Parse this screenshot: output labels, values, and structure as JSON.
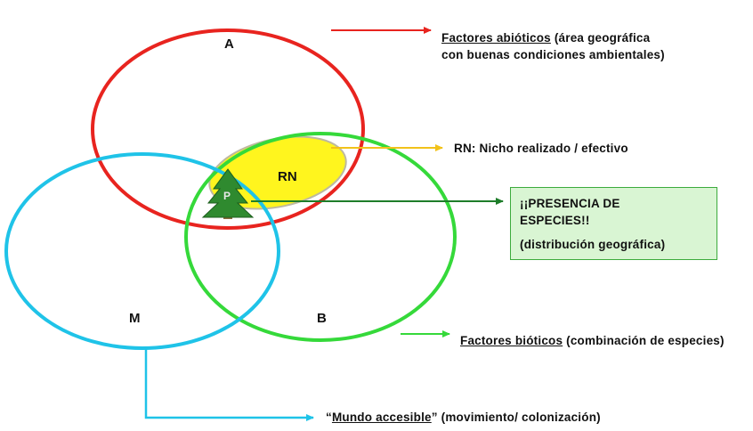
{
  "circles": {
    "a_label": "A",
    "b_label": "B",
    "m_label": "M",
    "rn_label": "RN",
    "p_label": "P"
  },
  "annotations": {
    "abiotic_title": "Factores abióticos",
    "abiotic_rest": " (área geográfica",
    "abiotic_line2": "con buenas condiciones ambientales)",
    "rn_text": "RN: Nicho realizado / efectivo",
    "presence_title": "¡¡PRESENCIA DE ESPECIES!!",
    "presence_sub": "(distribución geográfica)",
    "biotic_title": "Factores bióticos",
    "biotic_rest": " (combinación de especies)",
    "mundo_open": "“",
    "mundo_title": "Mundo accesible",
    "mundo_rest": "” (movimiento/ colonización)"
  },
  "colors": {
    "circle_a": "#e8241f",
    "circle_b": "#35d93a",
    "circle_m": "#1fc3e8",
    "rn_fill": "#fff51e",
    "arrow_a": "#e8241f",
    "arrow_rn": "#f2c21a",
    "arrow_presence": "#1e7d2a",
    "arrow_b": "#35d93a",
    "arrow_m": "#1fc3e8",
    "tree": "#2f8a2f",
    "box_fill": "#d9f5d3"
  }
}
